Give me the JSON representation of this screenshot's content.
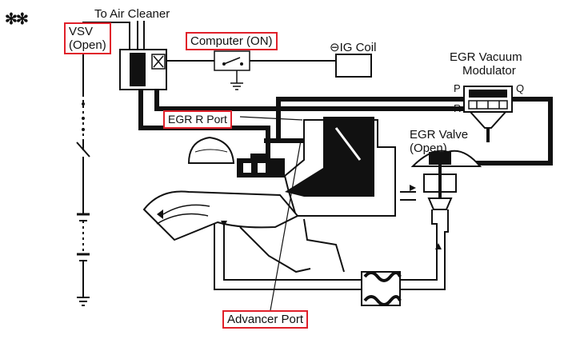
{
  "labels": {
    "marker": "✻✻",
    "to_air_cleaner": "To Air Cleaner",
    "vsv_line1": "VSV",
    "vsv_line2": "(Open)",
    "computer": "Computer (ON)",
    "ig_coil": "⊖IG Coil",
    "egr_vacuum_modulator_line1": "EGR Vacuum",
    "egr_vacuum_modulator_line2": "Modulator",
    "port_p": "P",
    "port_q": "Q",
    "port_r": "R",
    "egr_r_port": "EGR R Port",
    "egr_valve_line1": "EGR Valve",
    "egr_valve_line2": "(Open)",
    "advancer_port": "Advancer Port"
  },
  "colors": {
    "highlight_box": "#e0202a",
    "line": "#111111"
  }
}
